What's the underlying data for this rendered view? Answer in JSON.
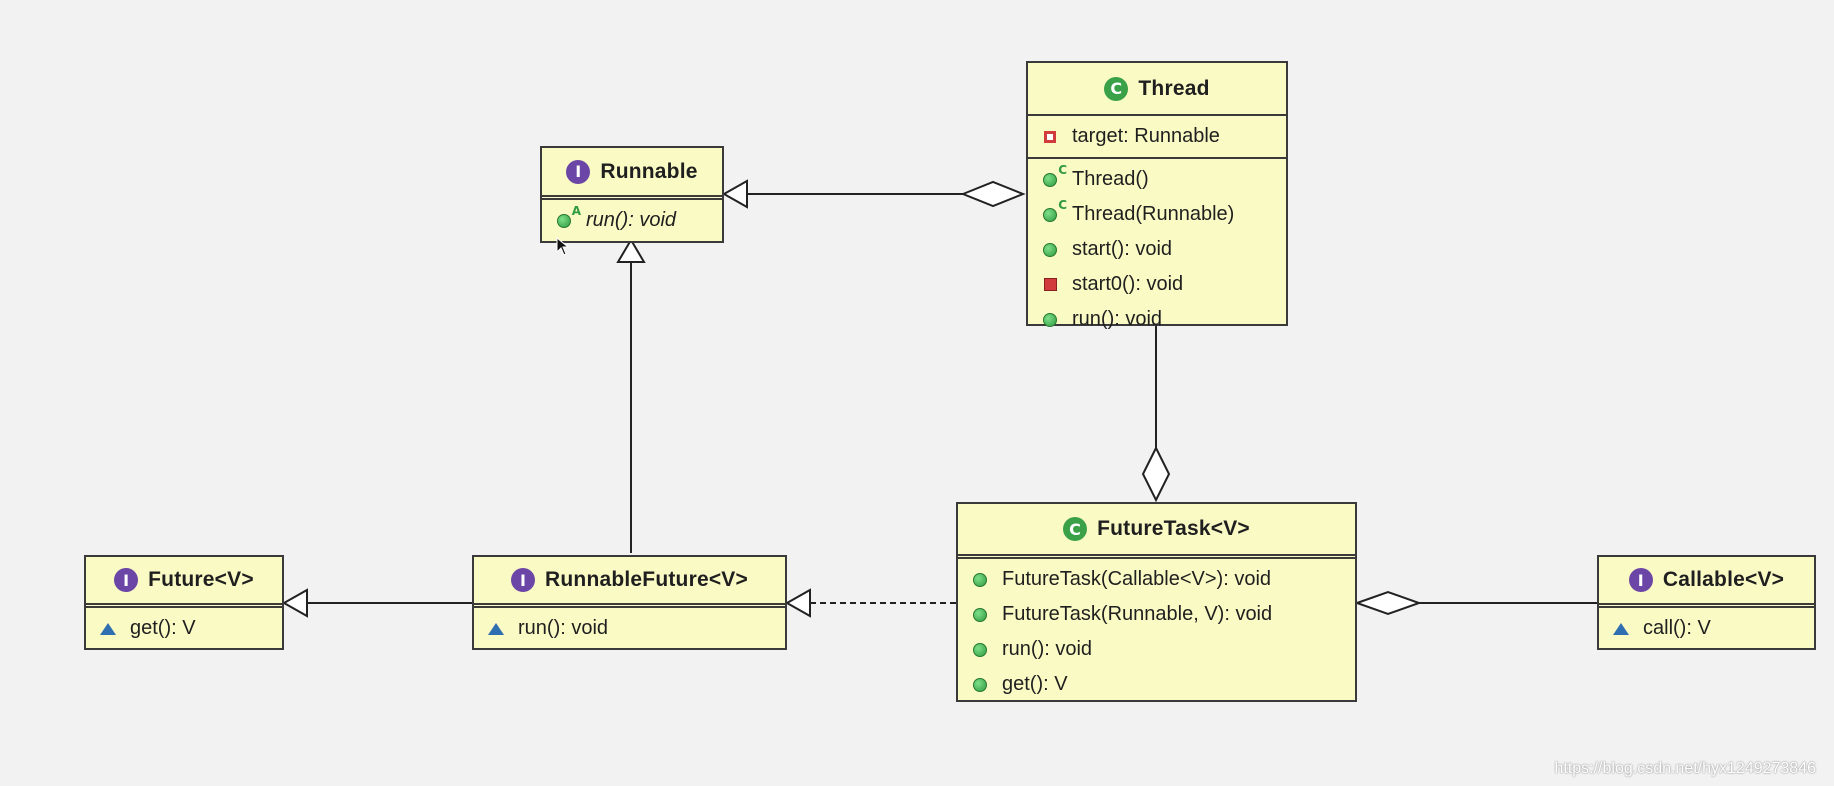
{
  "classes": {
    "thread": {
      "kind_badge": "C",
      "name": "Thread",
      "fields": [
        {
          "icon": "private-field-icon",
          "label": "target: Runnable"
        }
      ],
      "methods": [
        {
          "icon": "constructor-icon",
          "sup": "C",
          "label": "Thread()"
        },
        {
          "icon": "constructor-icon",
          "sup": "C",
          "label": "Thread(Runnable)"
        },
        {
          "icon": "public-method-icon",
          "label": "start(): void"
        },
        {
          "icon": "private-method-icon",
          "label": "start0(): void"
        },
        {
          "icon": "public-method-icon",
          "label": "run(): void"
        }
      ]
    },
    "runnable": {
      "kind_badge": "I",
      "name": "Runnable",
      "methods": [
        {
          "icon": "abstract-method-icon",
          "sup": "A",
          "label": "run(): void",
          "italic": true
        }
      ]
    },
    "future": {
      "kind_badge": "I",
      "name": "Future<V>",
      "methods": [
        {
          "icon": "package-method-icon",
          "label": "get(): V"
        }
      ]
    },
    "runnable_future": {
      "kind_badge": "I",
      "name": "RunnableFuture<V>",
      "methods": [
        {
          "icon": "package-method-icon",
          "label": "run(): void"
        }
      ]
    },
    "future_task": {
      "kind_badge": "C",
      "name": "FutureTask<V>",
      "methods": [
        {
          "icon": "public-method-icon",
          "label": "FutureTask(Callable<V>): void"
        },
        {
          "icon": "public-method-icon",
          "label": "FutureTask(Runnable, V): void"
        },
        {
          "icon": "public-method-icon",
          "label": "run(): void"
        },
        {
          "icon": "public-method-icon",
          "label": "get(): V"
        }
      ]
    },
    "callable": {
      "kind_badge": "I",
      "name": "Callable<V>",
      "methods": [
        {
          "icon": "package-method-icon",
          "label": "call(): V"
        }
      ]
    }
  },
  "relations": [
    {
      "from": "thread",
      "to": "runnable",
      "type": "aggregation"
    },
    {
      "from": "runnable_future",
      "to": "runnable",
      "type": "generalization"
    },
    {
      "from": "future_task",
      "to": "thread",
      "type": "aggregation"
    },
    {
      "from": "runnable_future",
      "to": "future",
      "type": "generalization"
    },
    {
      "from": "future_task",
      "to": "runnable_future",
      "type": "realization"
    },
    {
      "from": "future_task",
      "to": "callable",
      "type": "aggregation"
    }
  ],
  "colors": {
    "box_fill": "#fafac5",
    "box_border": "#3a3a3a",
    "interface_badge": "#6c46a6",
    "class_badge": "#3aa148",
    "public_member": "#2f9a3f",
    "private_member": "#d23b3b",
    "package_member": "#2f6eb0",
    "background": "#f2f2f2"
  },
  "watermark": "https://blog.csdn.net/hyx1249273846"
}
